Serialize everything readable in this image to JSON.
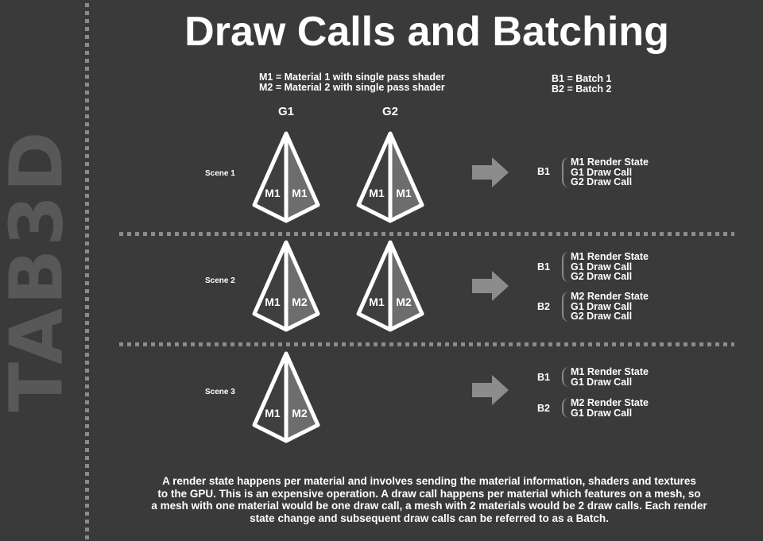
{
  "brand": "TAB3D",
  "title": "Draw Calls and Batching",
  "material_legend": [
    "M1 = Material 1 with single pass shader",
    "M2 = Material 2 with single pass shader"
  ],
  "batch_legend": [
    "B1 = Batch 1",
    "B2 = Batch 2"
  ],
  "columns": [
    "G1",
    "G2"
  ],
  "colors": {
    "background": "#3a3a3a",
    "dark_half": "#3f3f3f",
    "light_half": "#6e6c6c",
    "outline": "#ffffff",
    "arrow": "#8c8c8c",
    "dotted": "#8c8c8c"
  },
  "scenes": [
    {
      "label": "Scene 1",
      "meshes": [
        {
          "left": "M1",
          "right": "M1"
        },
        {
          "left": "M1",
          "right": "M1"
        }
      ],
      "batches": [
        {
          "label": "B1",
          "lines": [
            "M1 Render State",
            "G1 Draw Call",
            "G2 Draw Call"
          ]
        }
      ]
    },
    {
      "label": "Scene 2",
      "meshes": [
        {
          "left": "M1",
          "right": "M2"
        },
        {
          "left": "M1",
          "right": "M2"
        }
      ],
      "batches": [
        {
          "label": "B1",
          "lines": [
            "M1 Render State",
            "G1 Draw Call",
            "G2 Draw Call"
          ]
        },
        {
          "label": "B2",
          "lines": [
            "M2 Render State",
            "G1 Draw Call",
            "G2 Draw Call"
          ]
        }
      ]
    },
    {
      "label": "Scene 3",
      "meshes": [
        {
          "left": "M1",
          "right": "M2"
        }
      ],
      "batches": [
        {
          "label": "B1",
          "lines": [
            "M1 Render State",
            "G1 Draw Call"
          ]
        },
        {
          "label": "B2",
          "lines": [
            "M2 Render State",
            "G1 Draw Call"
          ]
        }
      ]
    }
  ],
  "footer": [
    "A render state happens per material and involves sending the material information, shaders and textures",
    "to the GPU. This is an expensive operation. A draw call happens per material which features on a mesh, so",
    "a mesh with one material would be one draw call, a mesh with 2 materials would be 2 draw calls. Each render",
    "state change and subsequent draw calls can be referred to as a Batch."
  ]
}
